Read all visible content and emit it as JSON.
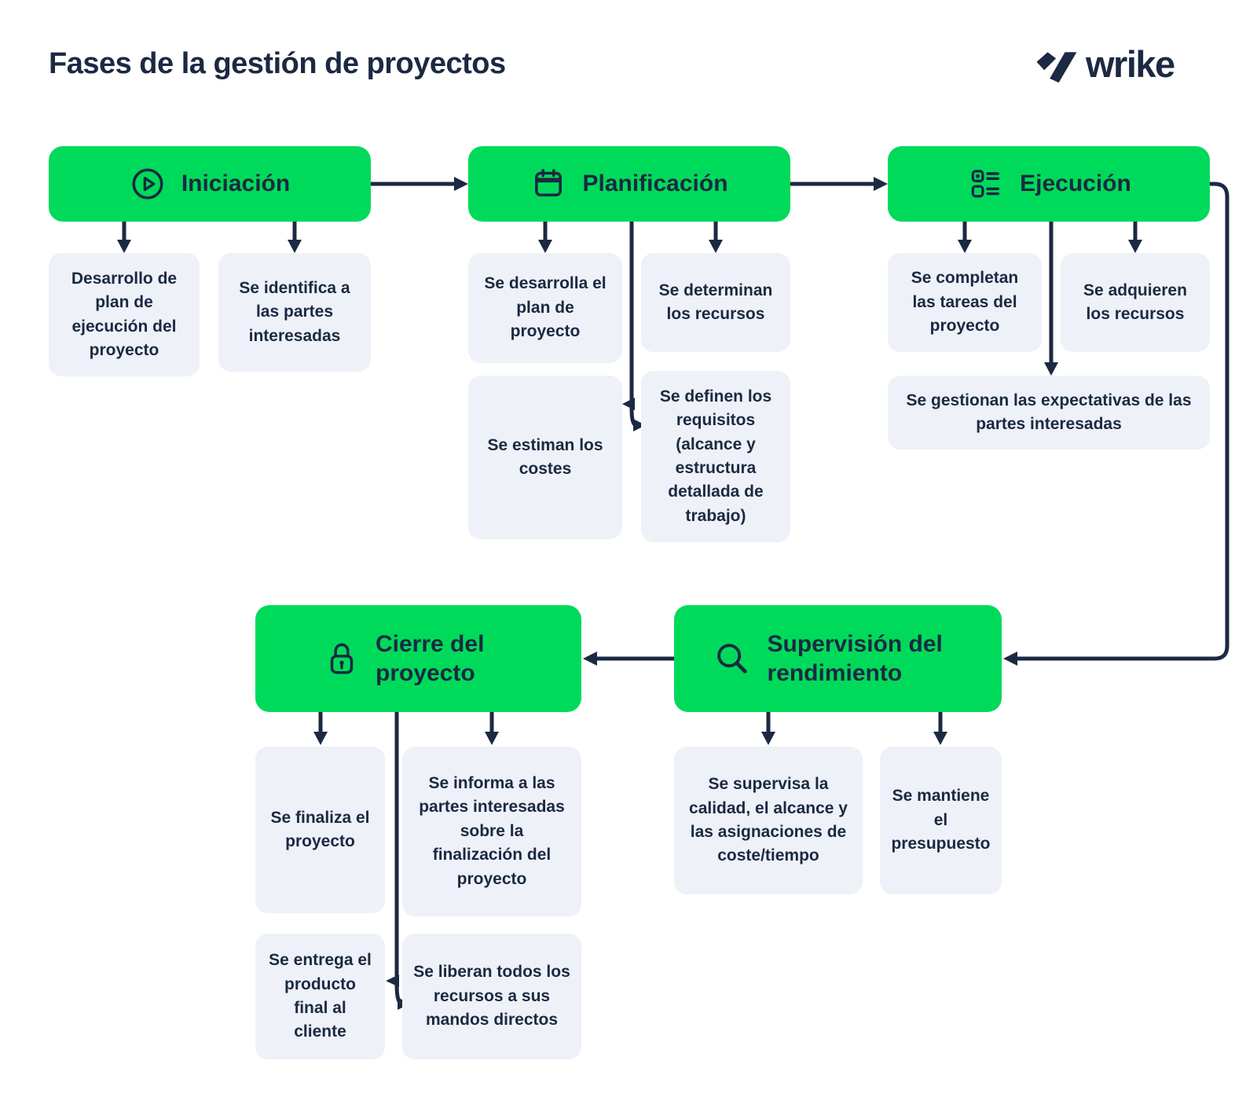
{
  "page": {
    "title": "Fases de la gestión de proyectos",
    "brand": "wrike"
  },
  "colors": {
    "green": "#00DA5B",
    "navy": "#1B2942",
    "card_bg": "#EEF1F7",
    "background": "#FFFFFF"
  },
  "phases": [
    {
      "label": "Iniciación",
      "icon": "play-circle-icon",
      "children": [
        "Desarrollo de plan de ejecución del proyecto",
        "Se identifica a las partes interesadas"
      ]
    },
    {
      "label": "Planificación",
      "icon": "calendar-icon",
      "children": [
        "Se desarrolla el plan de proyecto",
        "Se determinan los recursos",
        "Se estiman los costes",
        "Se definen los requisitos (alcance y estructura detallada de trabajo)"
      ]
    },
    {
      "label": "Ejecución",
      "icon": "task-list-icon",
      "children": [
        "Se completan las tareas del proyecto",
        "Se adquieren los recursos",
        "Se gestionan las expectativas de las partes interesadas"
      ]
    },
    {
      "label": "Supervisión del rendimiento",
      "icon": "magnifier-icon",
      "children": [
        "Se supervisa la calidad, el alcance y las asignaciones de coste/tiempo",
        "Se mantiene el presupuesto"
      ]
    },
    {
      "label": "Cierre del proyecto",
      "icon": "lock-icon",
      "children": [
        "Se finaliza el proyecto",
        "Se informa a las partes interesadas sobre la finalización del proyecto",
        "Se entrega el producto final al cliente",
        "Se liberan todos los recursos a sus mandos directos"
      ]
    }
  ]
}
